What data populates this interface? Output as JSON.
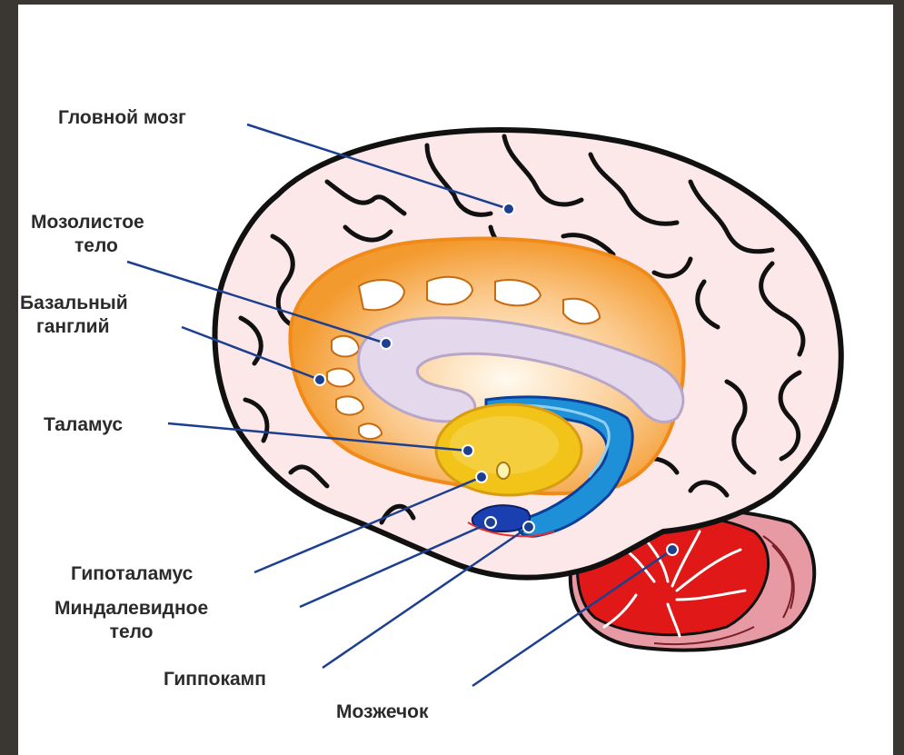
{
  "labels": {
    "cerebrum": "Гловной мозг",
    "corpus_callosum": [
      "Мозолистое",
      "тело"
    ],
    "basal_ganglia": [
      "Базальный",
      "ганглий"
    ],
    "thalamus": "Таламус",
    "hypothalamus": "Гипоталамус",
    "amygdala": [
      "Миндалевидное",
      "тело"
    ],
    "hippocampus": "Гиппокамп",
    "cerebellum": "Мозжечок"
  },
  "colors": {
    "frame": "#3a3733",
    "background": "#ffffff",
    "cortex_fill": "#fce8e8",
    "basal_ganglia": "#f7931e",
    "corpus_callosum": "#e4d8ec",
    "thalamus": "#f2c318",
    "hippocampus": "#1e90d8",
    "amygdala": "#1a3fb0",
    "cerebellum": "#e01818",
    "pointer_line": "#1c3f8f"
  }
}
